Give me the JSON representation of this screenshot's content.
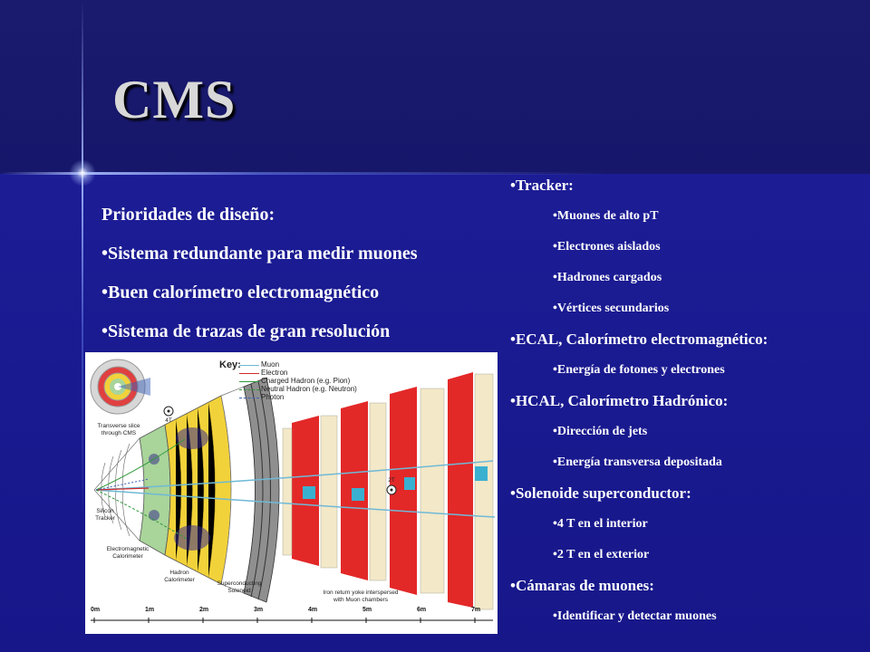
{
  "title": "CMS",
  "left_list": {
    "heading": "Prioridades de diseño:",
    "items": [
      "•Sistema redundante para medir muones",
      "•Buen calorímetro electromagnético",
      "•Sistema de trazas de gran resolución"
    ]
  },
  "right_list": [
    {
      "level": 1,
      "text": "•Tracker:"
    },
    {
      "level": 2,
      "text": "•Muones de alto pT"
    },
    {
      "level": 2,
      "text": "•Electrones aislados"
    },
    {
      "level": 2,
      "text": "•Hadrones cargados"
    },
    {
      "level": 2,
      "text": "•Vértices secundarios"
    },
    {
      "level": 1,
      "text": "•ECAL, Calorímetro electromagnético:"
    },
    {
      "level": 2,
      "text": "•Energía de fotones y electrones"
    },
    {
      "level": 1,
      "text": "•HCAL, Calorímetro Hadrónico:"
    },
    {
      "level": 2,
      "text": "•Dirección de jets"
    },
    {
      "level": 2,
      "text": "•Energía transversa depositada"
    },
    {
      "level": 1,
      "text": "•Solenoide superconductor:"
    },
    {
      "level": 2,
      "text": "•4 T en el interior"
    },
    {
      "level": 2,
      "text": "•2 T en el exterior"
    },
    {
      "level": 1,
      "text": "•Cámaras de muones:"
    },
    {
      "level": 2,
      "text": "•Identificar y detectar muones"
    }
  ],
  "diagram": {
    "key_title": "Key:",
    "key_items": [
      {
        "label": "Muon",
        "color": "#6fb9d6",
        "style": "solid"
      },
      {
        "label": "Electron",
        "color": "#d12a2a",
        "style": "solid"
      },
      {
        "label": "Charged Hadron (e.g. Pion)",
        "color": "#2f9a3a",
        "style": "solid"
      },
      {
        "label": "Neutral Hadron (e.g. Neutron)",
        "color": "#2f9a3a",
        "style": "dashed"
      },
      {
        "label": "Photon",
        "color": "#3a62b8",
        "style": "dashed"
      }
    ],
    "labels": {
      "transverse": "Transverse slice through CMS",
      "field": "4T",
      "tracker": "Silicon Tracker",
      "ecal": "Electromagnetic Calorimeter",
      "hcal": "Hadron Calorimeter",
      "solenoid": "Superconducting Solenoid",
      "iron": "Iron return yoke interspersed with Muon chambers",
      "field_outer": "2T"
    },
    "scale_ticks": [
      "0m",
      "1m",
      "2m",
      "3m",
      "4m",
      "5m",
      "6m",
      "7m"
    ]
  },
  "colors": {
    "background": "#1b1b8f",
    "title": "#d8d8d8",
    "ecal": "#a9d49a",
    "hcal": "#f2d23a",
    "iron": "#e32828",
    "solenoid": "#8f8f8f"
  }
}
